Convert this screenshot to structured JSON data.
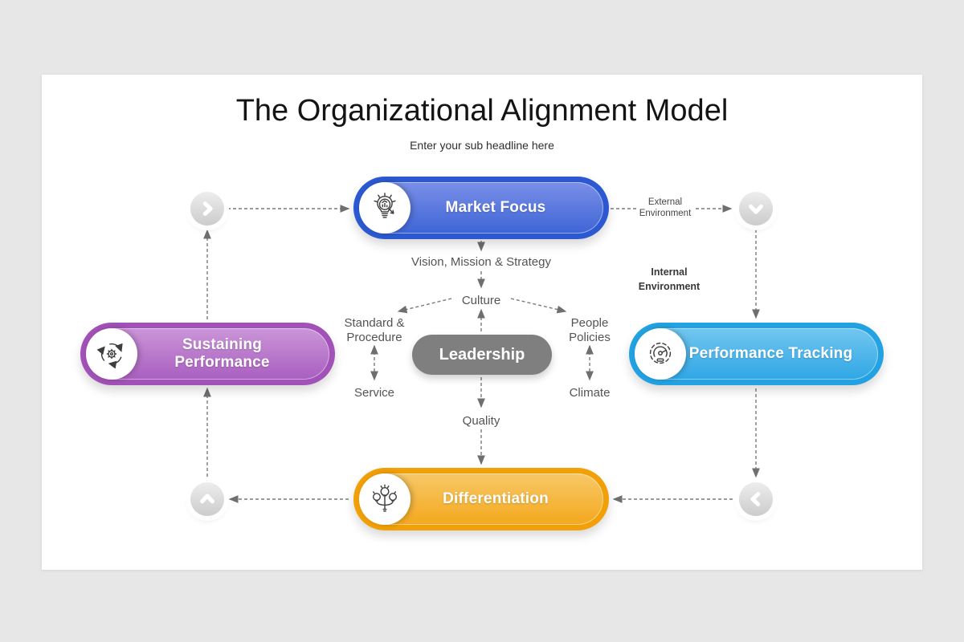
{
  "slide": {
    "title": "The Organizational Alignment Model",
    "subtitle": "Enter your sub headline here"
  },
  "nodes": {
    "market_focus": {
      "label": "Market Focus",
      "border": "#2c59d1",
      "fill_top": "#7a8fe7",
      "fill_bottom": "#3e65d6",
      "icon": "bulb-magnifier-icon"
    },
    "sustaining_performance": {
      "label": "Sustaining Performance",
      "border": "#a151b7",
      "fill_top": "#cb95d8",
      "fill_bottom": "#a95fc0",
      "icon": "cycle-gear-icon"
    },
    "performance_tracking": {
      "label": "Performance Tracking",
      "border": "#22a2e2",
      "fill_top": "#72c6ef",
      "fill_bottom": "#2fa7e6",
      "icon": "gauge-icon"
    },
    "differentiation": {
      "label": "Differentiation",
      "border": "#f2a008",
      "fill_top": "#f7c868",
      "fill_bottom": "#f4a81d",
      "icon": "three-bulbs-icon"
    },
    "leadership": {
      "label": "Leadership",
      "fill": "#7f7f7f"
    }
  },
  "flow_labels": {
    "vision": "Vision, Mission & Strategy",
    "culture": "Culture",
    "standard_procedure": "Standard &\nProcedure",
    "service": "Service",
    "people_policies": "People\nPolicies",
    "climate": "Climate",
    "quality": "Quality",
    "external_environment": "External\nEnvironment",
    "internal_environment": "Internal\nEnvironment"
  },
  "nav_buttons": [
    {
      "position": "top-left",
      "direction": "right"
    },
    {
      "position": "top-right",
      "direction": "down"
    },
    {
      "position": "bottom-left",
      "direction": "up"
    },
    {
      "position": "bottom-right",
      "direction": "left"
    }
  ],
  "colors": {
    "connector": "#7a7a7a",
    "arrowhead": "#6f6f6f",
    "label_text": "#545454",
    "canvas_bg": "#ffffff",
    "page_bg": "#e7e7e7"
  }
}
